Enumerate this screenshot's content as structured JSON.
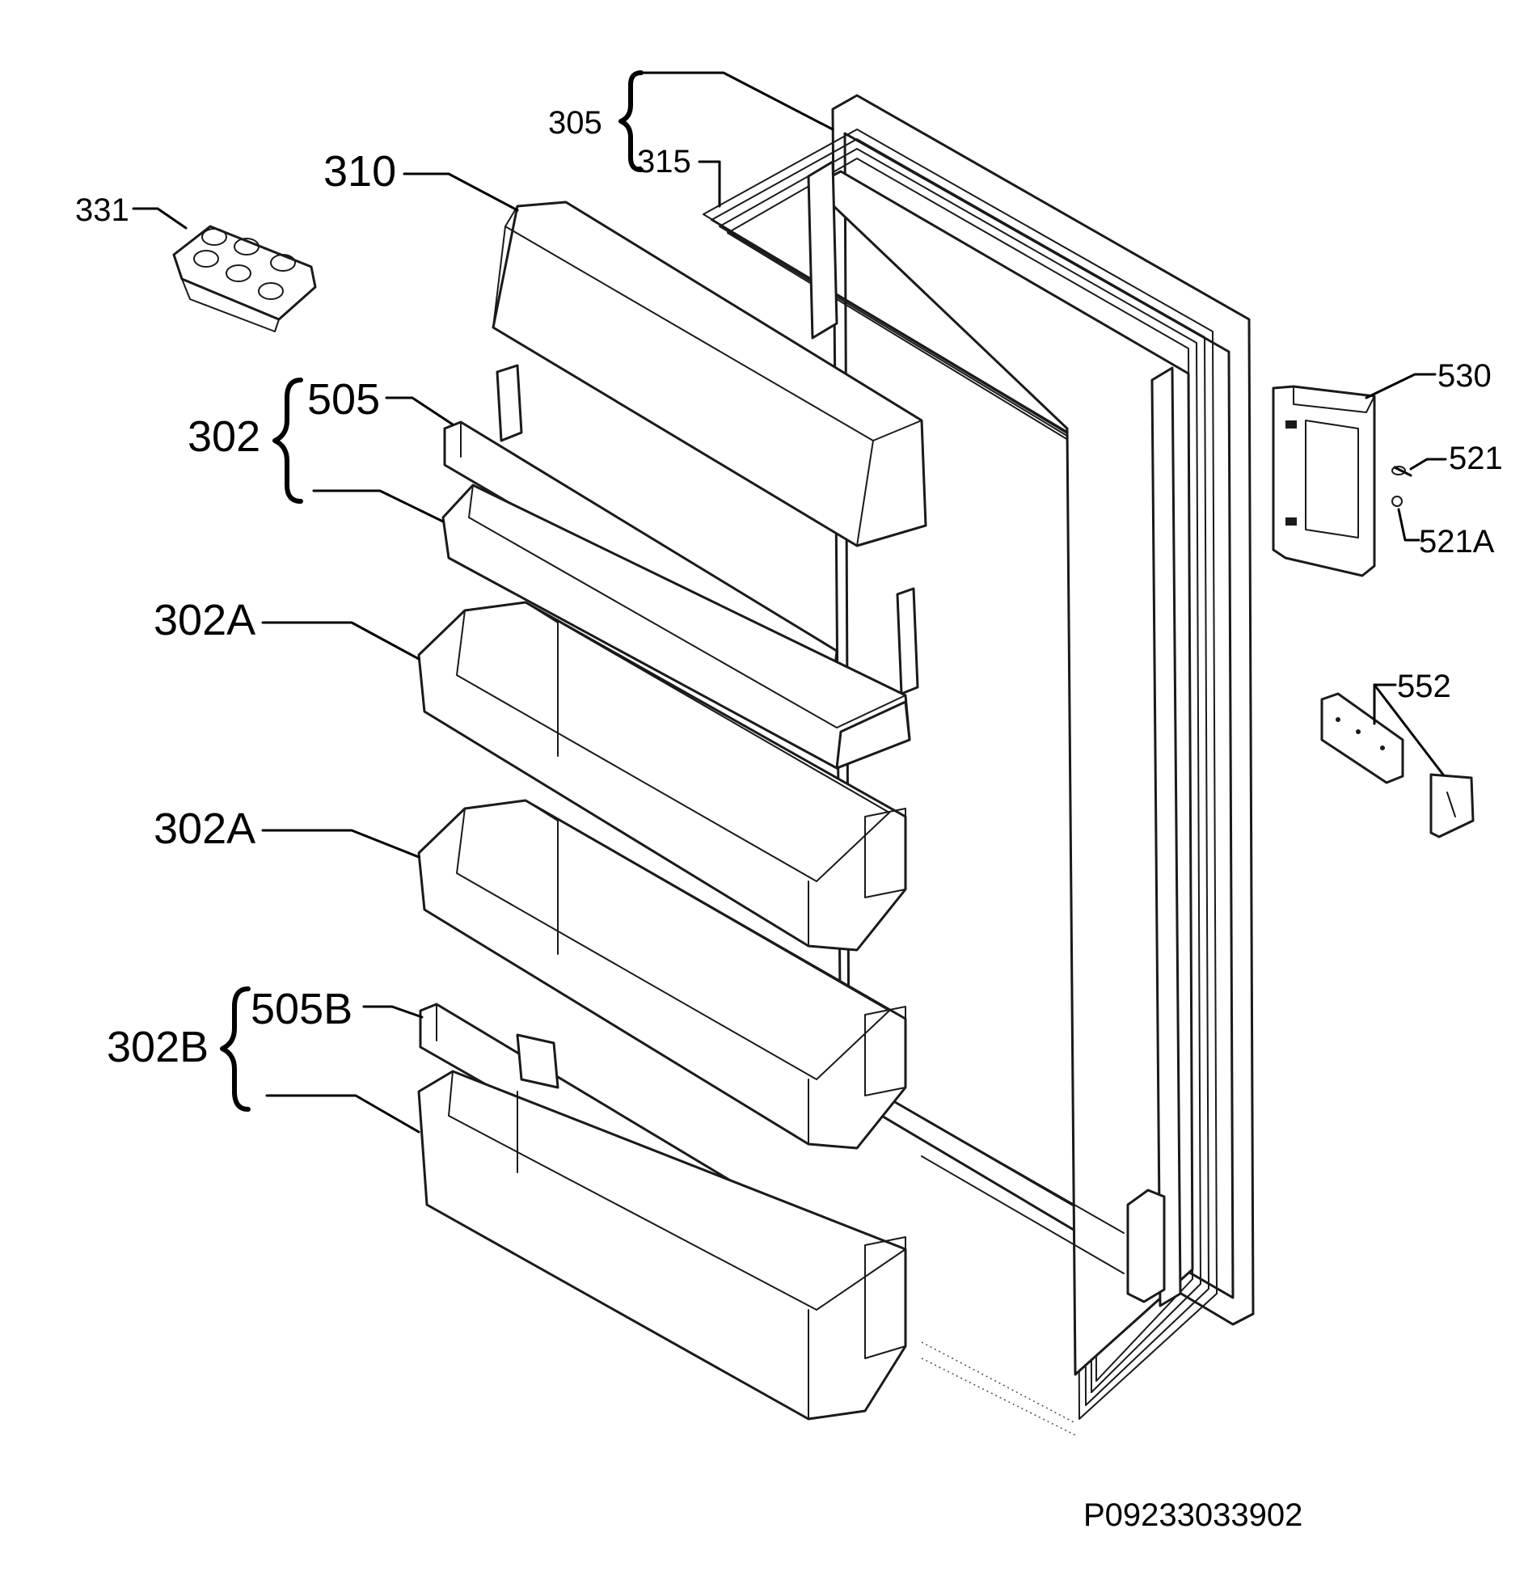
{
  "diagram": {
    "drawing_number": "P09233033902",
    "callouts": {
      "c305": "305",
      "c315": "315",
      "c310": "310",
      "c331": "331",
      "c302": "302",
      "c505": "505",
      "c302A_1": "302A",
      "c302A_2": "302A",
      "c302B": "302B",
      "c505B": "505B",
      "c530": "530",
      "c521": "521",
      "c521A": "521A",
      "c552": "552"
    },
    "parts": [
      {
        "ref": "305",
        "depicts": "door"
      },
      {
        "ref": "315",
        "depicts": "door-gasket"
      },
      {
        "ref": "310",
        "depicts": "dairy-compartment-lid"
      },
      {
        "ref": "331",
        "depicts": "egg-tray"
      },
      {
        "ref": "302",
        "depicts": "door-shelf-with-bar"
      },
      {
        "ref": "505",
        "depicts": "bottle-retainer-bar"
      },
      {
        "ref": "302A",
        "depicts": "door-shelf"
      },
      {
        "ref": "302B",
        "depicts": "bottle-shelf-with-bar"
      },
      {
        "ref": "505B",
        "depicts": "bottle-retainer-bar"
      },
      {
        "ref": "530",
        "depicts": "door-handle"
      },
      {
        "ref": "521",
        "depicts": "screw"
      },
      {
        "ref": "521A",
        "depicts": "screw-cap"
      },
      {
        "ref": "552",
        "depicts": "hinge-bracket-set"
      }
    ]
  }
}
